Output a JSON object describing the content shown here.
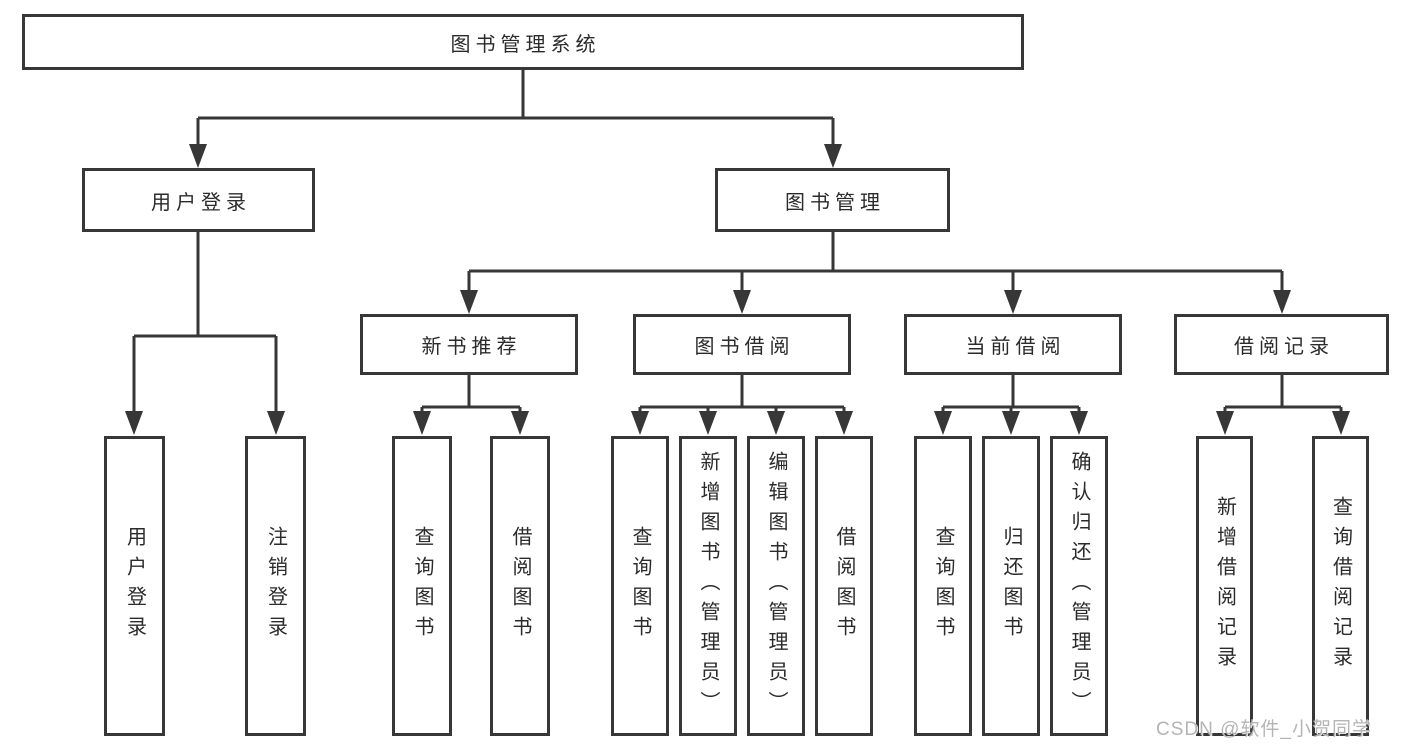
{
  "diagram": {
    "tree": {
      "label": "图书管理系统",
      "children": [
        {
          "label": "用户登录",
          "children": [
            {
              "label": "用户登录"
            },
            {
              "label": "注销登录"
            }
          ]
        },
        {
          "label": "图书管理",
          "children": [
            {
              "label": "新书推荐",
              "children": [
                {
                  "label": "查询图书"
                },
                {
                  "label": "借阅图书"
                }
              ]
            },
            {
              "label": "图书借阅",
              "children": [
                {
                  "label": "查询图书"
                },
                {
                  "label": "新增图书（管理员）"
                },
                {
                  "label": "编辑图书（管理员）"
                },
                {
                  "label": "借阅图书"
                }
              ]
            },
            {
              "label": "当前借阅",
              "children": [
                {
                  "label": "查询图书"
                },
                {
                  "label": "归还图书"
                },
                {
                  "label": "确认归还（管理员）"
                }
              ]
            },
            {
              "label": "借阅记录",
              "children": [
                {
                  "label": "新增借阅记录"
                },
                {
                  "label": "查询借阅记录"
                }
              ]
            }
          ]
        }
      ]
    },
    "colors": {
      "line": "#373737",
      "text": "#2b2b2b",
      "background": "#ffffff",
      "watermark": "#b5b5b5"
    }
  },
  "watermark": {
    "text": "CSDN @软件_小贺同学"
  }
}
